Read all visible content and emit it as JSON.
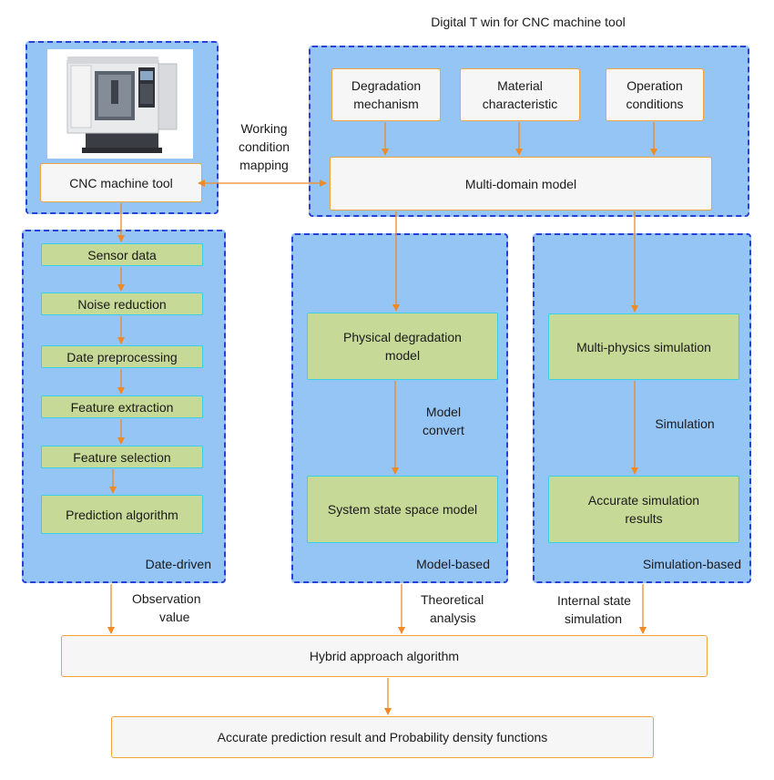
{
  "title": "Digital T win for CNC machine tool",
  "mapping_label": [
    "Working",
    "condition",
    "mapping"
  ],
  "cnc_box": "CNC machine tool",
  "top_factors": {
    "degradation": [
      "Degradation",
      "mechanism"
    ],
    "material": [
      "Material",
      "characteristic"
    ],
    "operation": [
      "Operation",
      "conditions"
    ]
  },
  "multi_domain": "Multi-domain model",
  "data_driven": {
    "steps": [
      "Sensor data",
      "Noise reduction",
      "Date preprocessing",
      "Feature extraction",
      "Feature selection",
      "Prediction algorithm"
    ],
    "caption": "Date-driven"
  },
  "model_based": {
    "top": [
      "Physical degradation",
      "model"
    ],
    "arrow_label": [
      "Model",
      "convert"
    ],
    "bottom": "System state space model",
    "caption": "Model-based"
  },
  "simulation_based": {
    "top": "Multi-physics simulation",
    "arrow_label": "Simulation",
    "bottom": [
      "Accurate simulation",
      "results"
    ],
    "caption": "Simulation-based"
  },
  "bottom_labels": {
    "observation": [
      "Observation",
      "value"
    ],
    "theoretical": [
      "Theoretical",
      "analysis"
    ],
    "internal": [
      "Internal state",
      "simulation"
    ]
  },
  "hybrid": "Hybrid approach algorithm",
  "result": "Accurate prediction result and Probability density functions",
  "colors": {
    "panel": "#94c5f5",
    "panel_border": "#2a3fd6",
    "arrow": "#f08a24",
    "green": "#c6d997",
    "green_border": "#37d0e6",
    "box_border": "#f0a43a"
  }
}
